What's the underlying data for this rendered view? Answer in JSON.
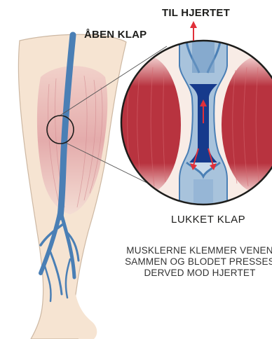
{
  "labels": {
    "to_heart": "TIL HJERTET",
    "open_valve": "ÅBEN KLAP",
    "closed_valve": "LUKKET KLAP"
  },
  "caption": {
    "line1": "MUSKLERNE KLEMMER VENEN",
    "line2": "SAMMEN OG BLODET PRESSES",
    "line3": "DERVED MOD HJERTET"
  },
  "colors": {
    "skin": "#f6e4d2",
    "skin_outline": "#cdb8a3",
    "muscle": "#b8333f",
    "muscle_light": "#e3a3a8",
    "vein": "#4a7fb5",
    "vein_light": "#a8c3dc",
    "blood_dark": "#163a8c",
    "arrow": "#e0303a",
    "circle_outline": "#1d1d1b"
  }
}
